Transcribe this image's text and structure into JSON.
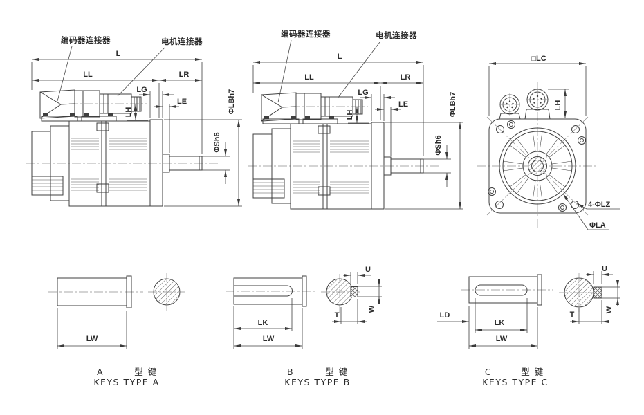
{
  "drawing": {
    "connector_labels": {
      "encoder": "编码器连接器",
      "motor": "电机连接器"
    },
    "side_dims": {
      "l": "L",
      "ll": "LL",
      "lr": "LR",
      "lg": "LG",
      "le": "LE",
      "lh": "LH",
      "shaft_dia": "ΦSh6",
      "pilot_dia": "ΦLBh7"
    },
    "front_dims": {
      "lc": "□LC",
      "lh": "LH",
      "mount_holes": "4-ΦLZ",
      "pilot_circle": "ΦLA"
    },
    "keys": {
      "a": {
        "letter": "A",
        "type_label": "型 键",
        "caption": "KEYS TYPE A",
        "dims": {
          "lw": "LW"
        }
      },
      "b": {
        "letter": "B",
        "type_label": "型 键",
        "caption": "KEYS TYPE B",
        "dims": {
          "lk": "LK",
          "lw": "LW",
          "u": "U",
          "w": "W",
          "t": "T"
        }
      },
      "c": {
        "letter": "C",
        "type_label": "型 键",
        "caption": "KEYS TYPE C",
        "dims": {
          "ld": "LD",
          "lk": "LK",
          "lw": "LW",
          "u": "U",
          "w": "W",
          "t": "T"
        }
      }
    }
  }
}
